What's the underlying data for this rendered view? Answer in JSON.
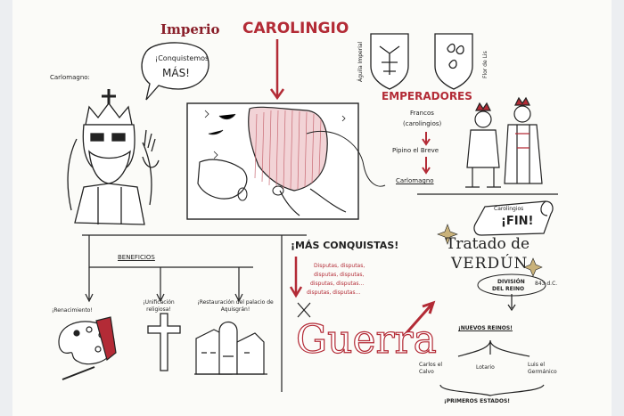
{
  "title": {
    "imperio": "Imperio",
    "carolingio": "CAROLINGIO"
  },
  "left": {
    "carlomagno_label": "Carlomagno:",
    "speech": [
      "¡Conquistemos",
      "MÁS!"
    ]
  },
  "coat_labels": {
    "left": "Águila Imperial",
    "right": "Flor de Lis"
  },
  "emperadores": {
    "heading": "EMPERADORES",
    "line1": "Francos",
    "line2": "(carolingios)",
    "pipino": "Pipino el Breve",
    "carlomagno": "Carlomagno"
  },
  "fin_scroll": {
    "small": "Carolingios",
    "big": "¡FIN!"
  },
  "beneficios": {
    "heading": "BENEFICIOS",
    "items": [
      "¡Renacimiento!",
      "¡Unificación religiosa!",
      "¡Restauración del palacio de Aquisgrán!"
    ]
  },
  "center": {
    "conquistas": "¡MÁS CONQUISTAS!",
    "disputas": [
      "Disputas, disputas,",
      "disputas, disputas,",
      "disputas, disputas...",
      "disputas, disputas..."
    ],
    "guerra": "Guerra"
  },
  "tratado": {
    "line1": "Tratado de",
    "line2": "VERDÚN",
    "year": "843 d.C.",
    "division": [
      "DIVISIÓN",
      "DEL REINO"
    ],
    "nuevos": "¡NUEVOS REINOS!",
    "reinos": [
      "Carlos el Calvo",
      "Lotario",
      "Luis el Germánico"
    ],
    "primeros": "¡PRIMEROS ESTADOS!"
  },
  "colors": {
    "accent_red": "#b32b36",
    "ink": "#222222",
    "paper": "#fbfbf8"
  }
}
